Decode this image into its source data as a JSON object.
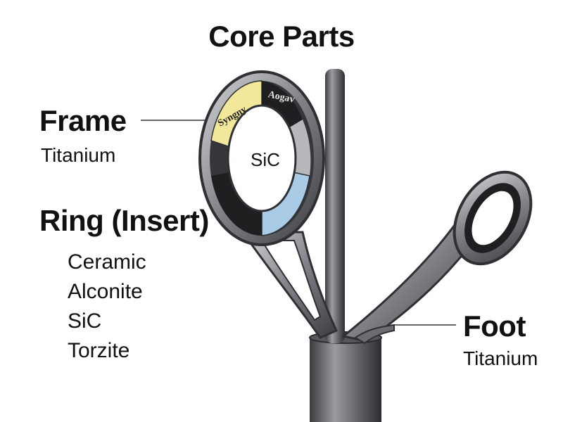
{
  "title": "Core Parts",
  "frame": {
    "label": "Frame",
    "material": "Titanium"
  },
  "ring": {
    "label": "Ring (Insert)",
    "materials": [
      "Ceramic",
      "Alconite",
      "SiC",
      "Torzite"
    ],
    "center_label": "SiC",
    "segment_text_left": "Syngny",
    "segment_text_right": "Aogav"
  },
  "foot": {
    "label": "Foot",
    "material": "Titanium"
  },
  "colors": {
    "metal": "#7d7f84",
    "metal_dark": "#2f3033",
    "segment_yellow": "#f2e79a",
    "segment_blue": "#a9cbe6",
    "segment_black": "#1f1f22",
    "segment_gray": "#b7b8bb"
  }
}
